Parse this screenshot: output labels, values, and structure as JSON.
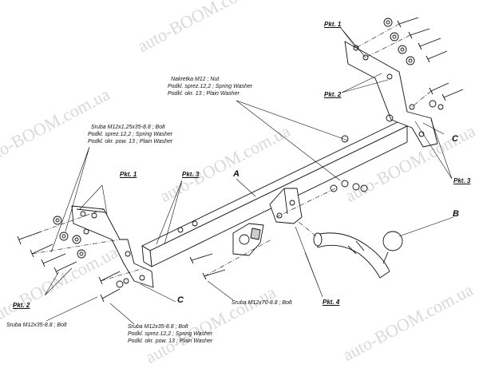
{
  "watermark": "auto-BOOM.com.ua",
  "parts": {
    "A": "A",
    "B": "B",
    "C": "C"
  },
  "labels": {
    "pkt1": "Pkt. 1",
    "pkt2": "Pkt. 2",
    "pkt3": "Pkt. 3",
    "pkt4": "Pkt. 4"
  },
  "callouts": {
    "nut_top": [
      "Nakretka M12 ; Nut",
      "Podkl. sprez.12,2 ; Spring Washer",
      "Podkl. okr. 13 ; Plain Washer"
    ],
    "bolt_left": [
      "Sruba M12x1,25x35-8.8 ; Bolt",
      "Podkl. sprez.12,2 ; Spring Washer",
      "Podkl. okr. pow. 13 ; Plain Washer"
    ],
    "bolt_m12x35": "Sruba M12x35-8.8 ; Bolt",
    "bolt_m12x35_set": [
      "Sruba M12x35-8.8 ; Bolt",
      "Podkl. sprez.12,2 ; Spring Washer",
      "Podkl. okr. pow. 13 ; Plain Washer"
    ],
    "bolt_m12x70": "Sruba M12x70-8.8 ; Bolt"
  }
}
